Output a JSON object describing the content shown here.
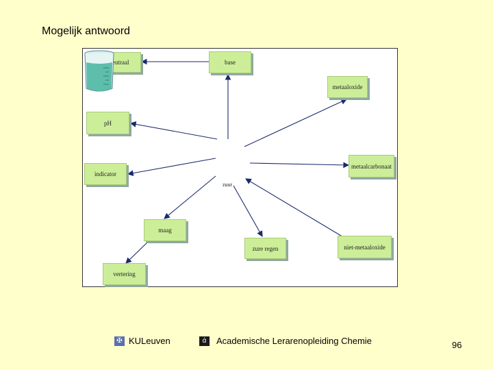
{
  "slide": {
    "title": "Mogelijk antwoord"
  },
  "diagram": {
    "center_label": "zuur",
    "nodes": {
      "neutraal": "neutraal",
      "base": "base",
      "metaaloxide": "metaaloxide",
      "ph": "pH",
      "indicator": "indicator",
      "metaalcarbonaat": "metaalcarbonaat",
      "maag": "maag",
      "zure_regen": "zure regen",
      "niet_metaaloxide": "niet-metaaloxide",
      "vertering": "vertering"
    },
    "colors": {
      "node_fill": "#ccee99",
      "arrow": "#1a2a6c",
      "background": "#ffffcc"
    }
  },
  "footer": {
    "left_logo_icon": "ku-leuven-logo-icon",
    "left_text": "KULeuven",
    "center_logo_icon": "academic-logo-icon",
    "center_text": "Academische Lerarenopleiding Chemie",
    "page_number": "96"
  }
}
